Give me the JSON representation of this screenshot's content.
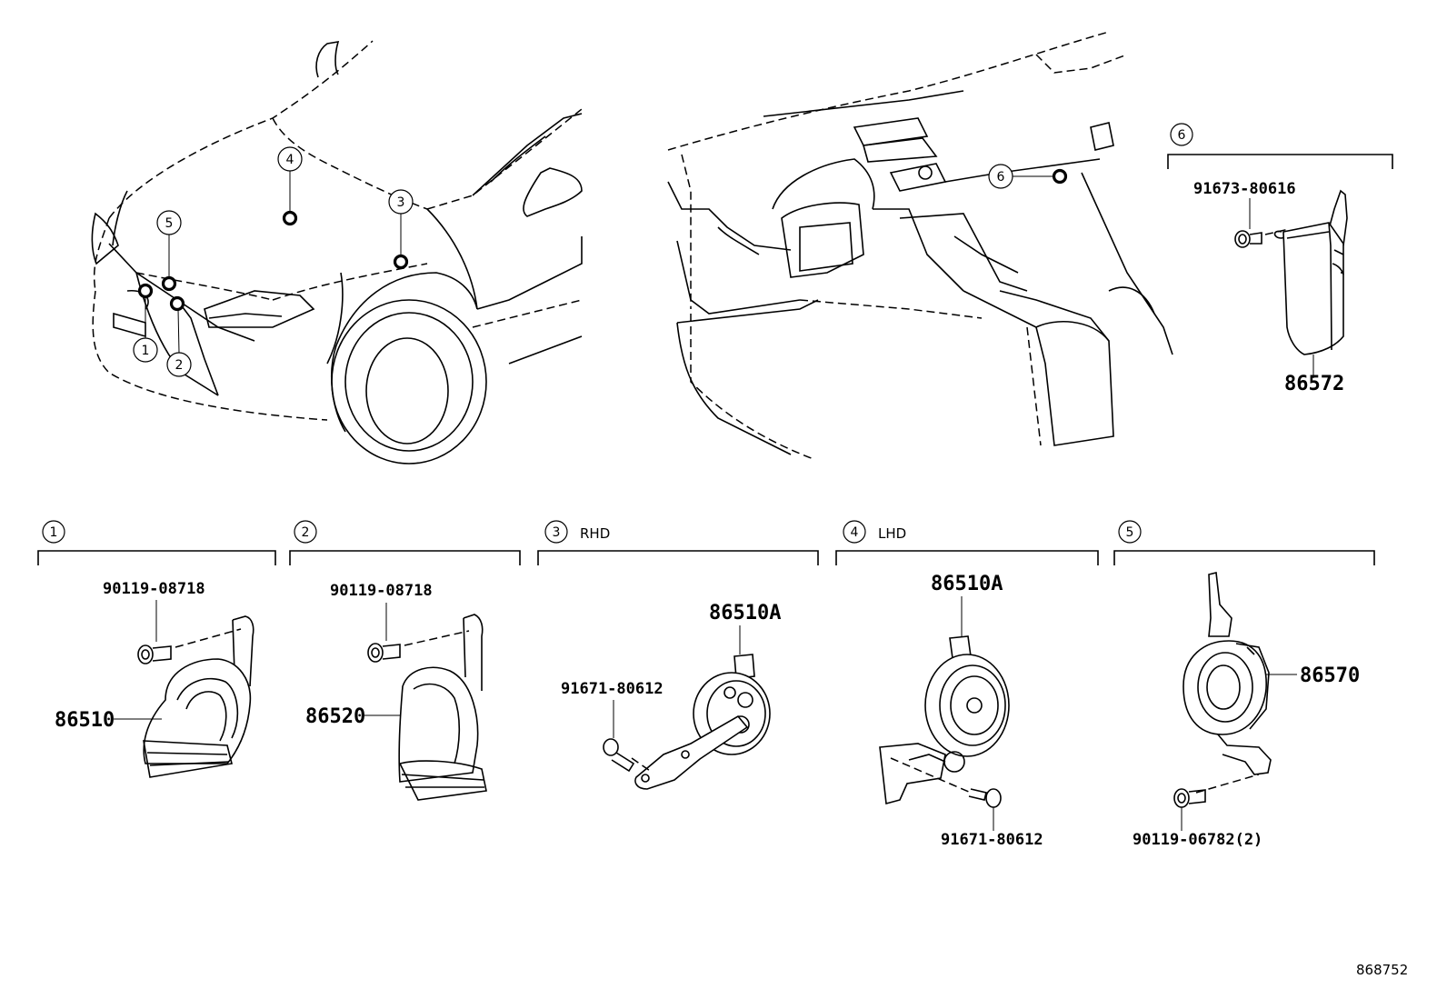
{
  "callouts": {
    "c1": "1",
    "c2": "2",
    "c3": "3",
    "c4": "4",
    "c5": "5",
    "c6": "6"
  },
  "sections": {
    "s1": {
      "number": "1",
      "tag": ""
    },
    "s2": {
      "number": "2",
      "tag": ""
    },
    "s3": {
      "number": "3",
      "tag": "RHD"
    },
    "s4": {
      "number": "4",
      "tag": "LHD"
    },
    "s5": {
      "number": "5",
      "tag": ""
    },
    "s6": {
      "number": "6",
      "tag": ""
    }
  },
  "parts": {
    "horn_low": "86510",
    "horn_high": "86520",
    "horn_rhd": "86510A",
    "horn_lhd": "86510A",
    "siren": "86570",
    "controller": "86572",
    "bolt_s1": "90119-08718",
    "bolt_s2": "90119-08718",
    "bolt_s3": "91671-80612",
    "bolt_s4": "91671-80612",
    "bolt_s5": "90119-06782(2)",
    "bolt_s6": "91673-80616"
  },
  "footer": {
    "ref_code": "868752"
  }
}
